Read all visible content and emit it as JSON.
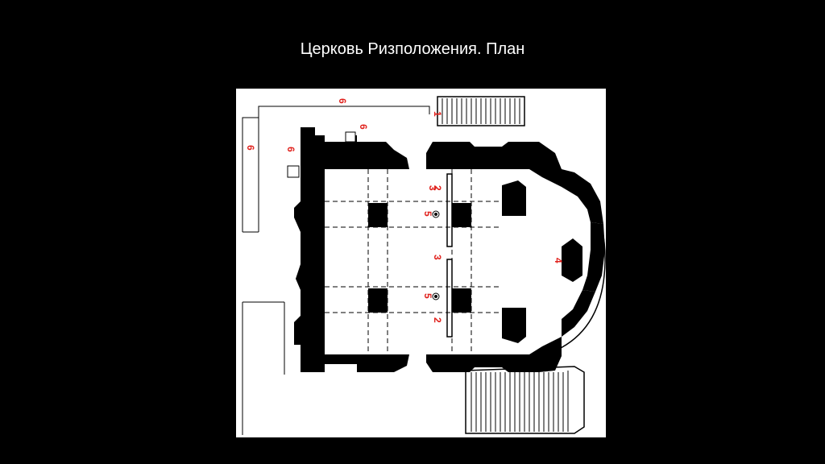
{
  "slide": {
    "title": "Церковь Ризположения. План"
  },
  "plan": {
    "numbers": {
      "n1": "1",
      "n2a": "2",
      "n2b": "2",
      "n3a": "3",
      "n3b": "3",
      "n4": "4",
      "n5a": "5",
      "n5b": "5",
      "n6a": "6",
      "n6b": "6",
      "n6c": "6",
      "n6d": "6"
    },
    "colors": {
      "background": "#000000",
      "paper": "#ffffff",
      "walls": "#000000",
      "labels": "#e0201b"
    }
  }
}
